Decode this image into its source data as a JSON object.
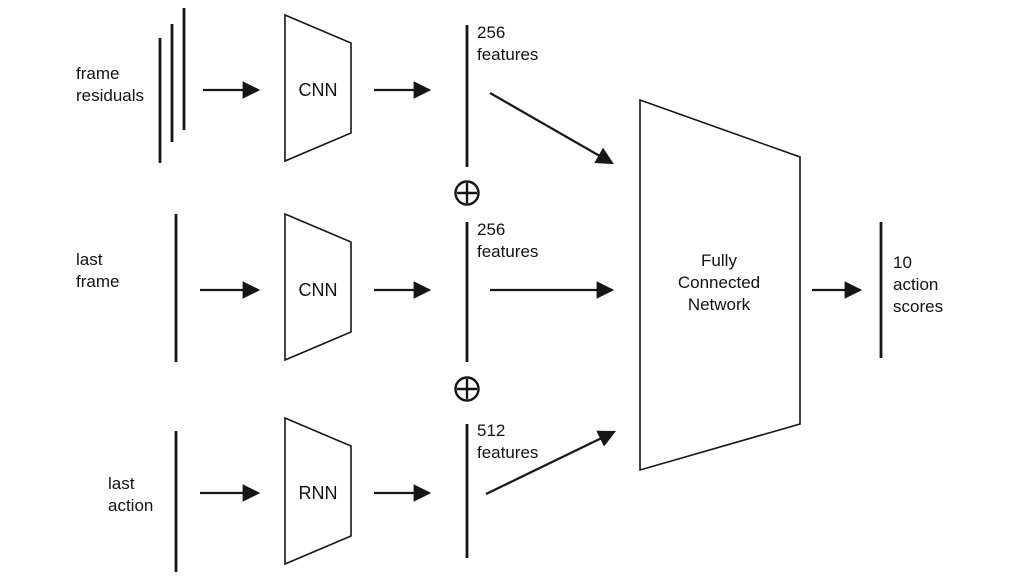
{
  "diagram": {
    "rows": {
      "top": {
        "input_label_line1": "frame",
        "input_label_line2": "residuals",
        "block_label": "CNN",
        "features_line1": "256",
        "features_line2": "features"
      },
      "middle": {
        "input_label_line1": "last",
        "input_label_line2": "frame",
        "block_label": "CNN",
        "features_line1": "256",
        "features_line2": "features"
      },
      "bottom": {
        "input_label_line1": "last",
        "input_label_line2": "action",
        "block_label": "RNN",
        "features_line1": "512",
        "features_line2": "features"
      }
    },
    "fcn": {
      "label_line1": "Fully",
      "label_line2": "Connected",
      "label_line3": "Network"
    },
    "output": {
      "line1": "10",
      "line2": "action",
      "line3": "scores"
    },
    "icons": {
      "concat_plus": "⊕"
    },
    "colors": {
      "ink": "#161616",
      "background": "#ffffff"
    }
  }
}
